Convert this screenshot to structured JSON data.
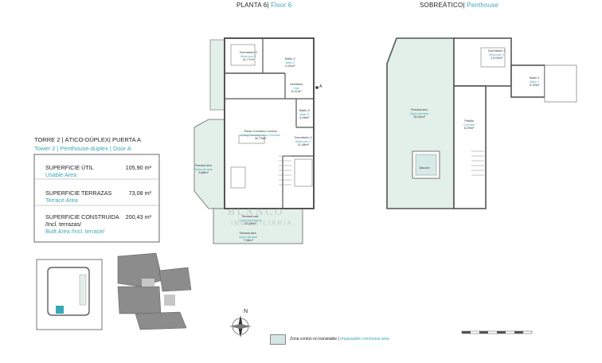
{
  "floors": {
    "left": {
      "name": "PLANTA 6",
      "name_en": "Floor 6"
    },
    "right": {
      "name": "SOBREÁTICO",
      "name_en": "Penthouse"
    }
  },
  "unit": {
    "title": "TORRE 2 | ÁTICO-DÚPLEX| PUERTA A",
    "title_en": "Tower 2 | Penthouse-duplex | Door A"
  },
  "areas": [
    {
      "label": "SUPERFICIE ÚTIL",
      "label_en": "Usable Area",
      "value": "105,90 m²"
    },
    {
      "label": "SUPERFICIE TERRAZAS",
      "label_en": "Terrace Area",
      "value": "73,08 m²"
    },
    {
      "label": "SUPERFICIE CONSTRUIDA",
      "label2": "/Incl. terrazas/",
      "label_en": "Built Area /Incl. terrace/",
      "value": "200,43 m²"
    }
  ],
  "rooms_floor6": {
    "bed3": {
      "es": "Dormitorio 3",
      "en": "Bedroom 3",
      "area": "11,77m²"
    },
    "bath2": {
      "es": "Baño 2",
      "en": "Bath 2",
      "area": "4,41m²"
    },
    "hall": {
      "es": "Vestíbulo",
      "en": "Hall",
      "area": "6,37m²"
    },
    "bath3": {
      "es": "Baño 3",
      "en": "Bath 3",
      "area": "4,06m²"
    },
    "living": {
      "es": "Estar-Comedor-Cocina",
      "en": "Living-Dinning room-Kitchen",
      "area": "30,79m²"
    },
    "bed2": {
      "es": "Dormitorio 2",
      "en": "Bedroom 2",
      "area": "11,48m²"
    },
    "terrace_w": {
      "es": "Terraza des.",
      "en": "Open terrace",
      "area": "8,88m²"
    },
    "terrace_s": {
      "es": "Terraza cub.",
      "en": "Covered terrace",
      "area": "12,58m²"
    },
    "terrace_b": {
      "es": "Terraza des.",
      "en": "Open terrace",
      "area": "7,08m²"
    },
    "door_mark": "A"
  },
  "rooms_penthouse": {
    "bed1": {
      "es": "Dormitorio 1",
      "en": "Bedroom 1",
      "area": "13,03m²"
    },
    "bath1": {
      "es": "Baño 1",
      "en": "Bath 1",
      "area": "5,32m²"
    },
    "terrace": {
      "es": "Terraza des.",
      "en": "Open terrace",
      "area": "39,53m²"
    },
    "hall": {
      "es": "Pasillo",
      "en": "Corridor",
      "area": "6,39m²"
    },
    "jacuzzi": "Jacuzzi"
  },
  "watermark": {
    "line1": "BLANCO",
    "line2": "INMOBILIARIA"
  },
  "compass": {
    "north": "N"
  },
  "legend": {
    "es": "Zona común no transitable",
    "separator": "|",
    "en": "Impassable communal area",
    "swatch_color": "#d4e6e2"
  },
  "colors": {
    "accent": "#3aa7b6",
    "terrace": "#e3efe9",
    "wall": "#555555"
  }
}
